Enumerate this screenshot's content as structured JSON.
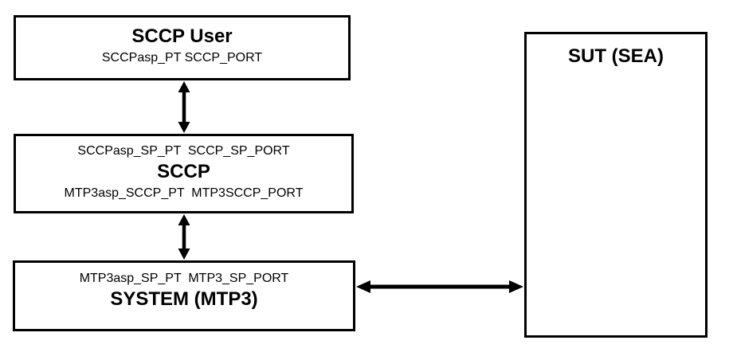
{
  "diagram": {
    "boxes": {
      "sccp_user": {
        "title": "SCCP User",
        "ports": "SCCPasp_PT SCCP_PORT"
      },
      "sccp": {
        "top_ports": "SCCPasp_SP_PT  SCCP_SP_PORT",
        "title": "SCCP",
        "bottom_ports": "MTP3asp_SCCP_PT  MTP3SCCP_PORT"
      },
      "system_mtp3": {
        "ports": "MTP3asp_SP_PT  MTP3_SP_PORT",
        "title": "SYSTEM (MTP3)"
      },
      "sut": {
        "title": "SUT (SEA)"
      }
    },
    "arrows": [
      {
        "from": "SCCP User",
        "to": "SCCP",
        "style": "double-headed-vertical"
      },
      {
        "from": "SCCP",
        "to": "SYSTEM (MTP3)",
        "style": "double-headed-vertical"
      },
      {
        "from": "SYSTEM (MTP3)",
        "to": "SUT (SEA)",
        "style": "double-headed-horizontal"
      }
    ],
    "colors": {
      "border": "#000000",
      "background": "#ffffff",
      "text": "#000000"
    }
  }
}
